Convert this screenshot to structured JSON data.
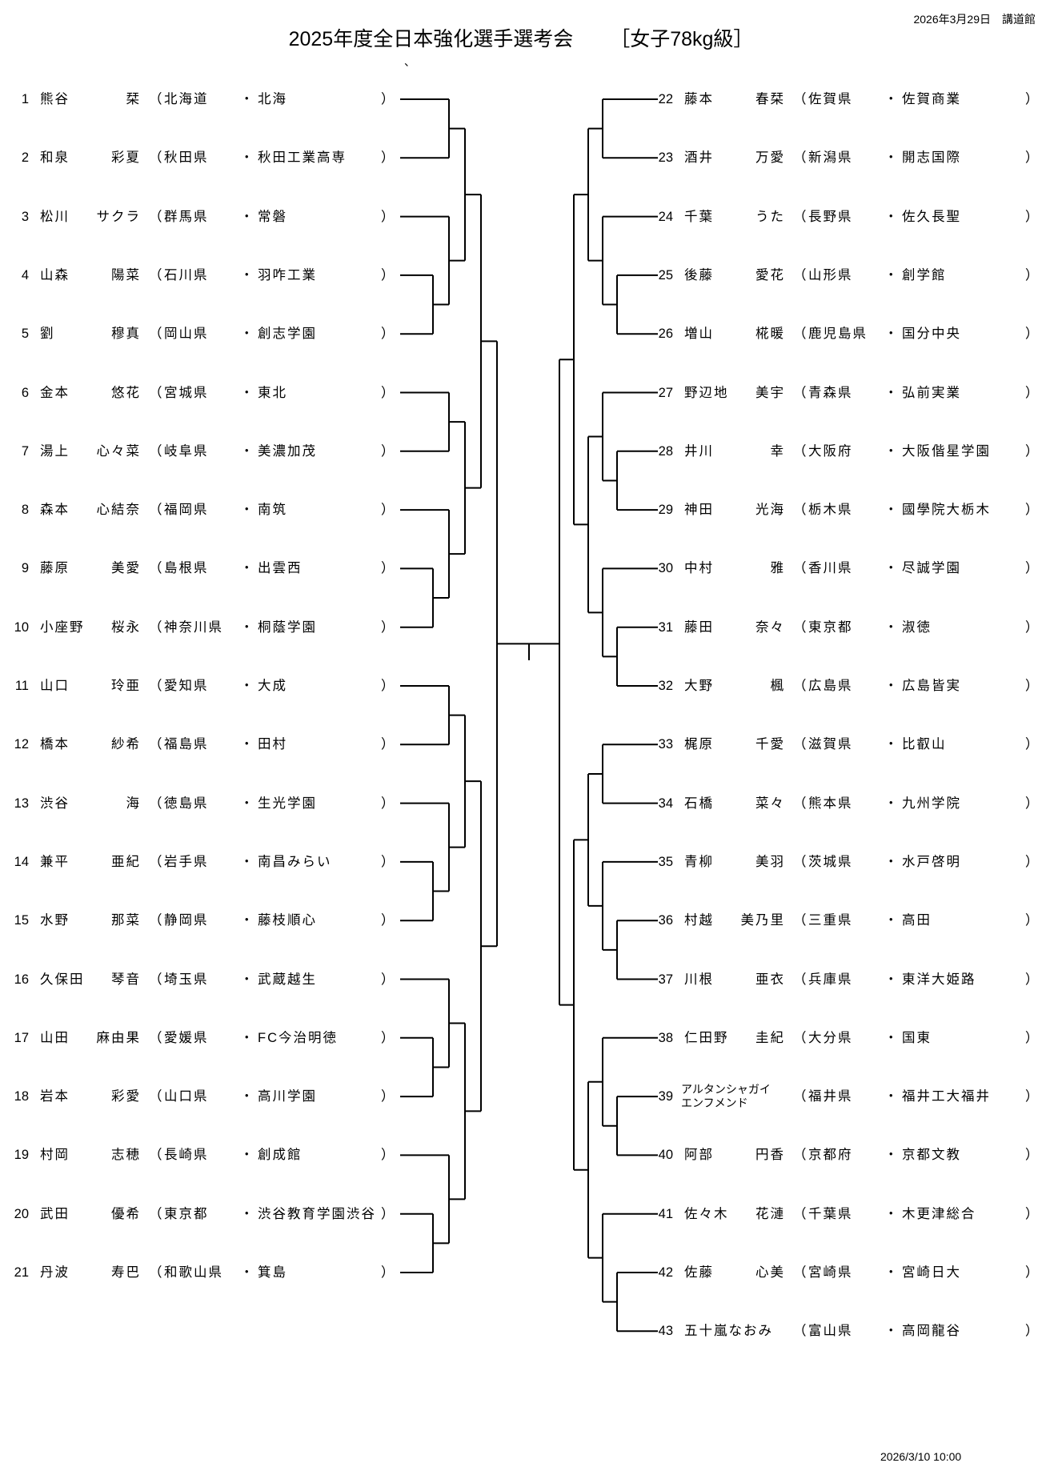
{
  "header": {
    "date_venue": "2026年3月29日　講道館",
    "title": "2025年度全日本強化選手選考会",
    "category": "［女子78kg級］",
    "mark": "、"
  },
  "footer": {
    "timestamp": "2026/3/10 10:00"
  },
  "left": [
    {
      "num": "1",
      "surname": "熊谷",
      "given": "栞",
      "pref": "北海道",
      "school": "北海"
    },
    {
      "num": "2",
      "surname": "和泉",
      "given": "彩夏",
      "pref": "秋田県",
      "school": "秋田工業高専"
    },
    {
      "num": "3",
      "surname": "松川",
      "given": "サクラ",
      "pref": "群馬県",
      "school": "常磐"
    },
    {
      "num": "4",
      "surname": "山森",
      "given": "陽菜",
      "pref": "石川県",
      "school": "羽咋工業"
    },
    {
      "num": "5",
      "surname": "劉",
      "given": "穆真",
      "pref": "岡山県",
      "school": "創志学園"
    },
    {
      "num": "6",
      "surname": "金本",
      "given": "悠花",
      "pref": "宮城県",
      "school": "東北"
    },
    {
      "num": "7",
      "surname": "湯上",
      "given": "心々菜",
      "pref": "岐阜県",
      "school": "美濃加茂"
    },
    {
      "num": "8",
      "surname": "森本",
      "given": "心結奈",
      "pref": "福岡県",
      "school": "南筑"
    },
    {
      "num": "9",
      "surname": "藤原",
      "given": "美愛",
      "pref": "島根県",
      "school": "出雲西"
    },
    {
      "num": "10",
      "surname": "小座野",
      "given": "桜永",
      "pref": "神奈川県",
      "school": "桐蔭学園"
    },
    {
      "num": "11",
      "surname": "山口",
      "given": "玲亜",
      "pref": "愛知県",
      "school": "大成"
    },
    {
      "num": "12",
      "surname": "橋本",
      "given": "紗希",
      "pref": "福島県",
      "school": "田村"
    },
    {
      "num": "13",
      "surname": "渋谷",
      "given": "海",
      "pref": "徳島県",
      "school": "生光学園"
    },
    {
      "num": "14",
      "surname": "兼平",
      "given": "亜紀",
      "pref": "岩手県",
      "school": "南昌みらい"
    },
    {
      "num": "15",
      "surname": "水野",
      "given": "那菜",
      "pref": "静岡県",
      "school": "藤枝順心"
    },
    {
      "num": "16",
      "surname": "久保田",
      "given": "琴音",
      "pref": "埼玉県",
      "school": "武蔵越生"
    },
    {
      "num": "17",
      "surname": "山田",
      "given": "麻由果",
      "pref": "愛媛県",
      "school": "FC今治明徳"
    },
    {
      "num": "18",
      "surname": "岩本",
      "given": "彩愛",
      "pref": "山口県",
      "school": "高川学園"
    },
    {
      "num": "19",
      "surname": "村岡",
      "given": "志穂",
      "pref": "長崎県",
      "school": "創成館"
    },
    {
      "num": "20",
      "surname": "武田",
      "given": "優希",
      "pref": "東京都",
      "school": "渋谷教育学園渋谷"
    },
    {
      "num": "21",
      "surname": "丹波",
      "given": "寿巴",
      "pref": "和歌山県",
      "school": "箕島"
    }
  ],
  "right": [
    {
      "num": "22",
      "surname": "藤本",
      "given": "春栞",
      "pref": "佐賀県",
      "school": "佐賀商業"
    },
    {
      "num": "23",
      "surname": "酒井",
      "given": "万愛",
      "pref": "新潟県",
      "school": "開志国際"
    },
    {
      "num": "24",
      "surname": "千葉",
      "given": "うた",
      "pref": "長野県",
      "school": "佐久長聖"
    },
    {
      "num": "25",
      "surname": "後藤",
      "given": "愛花",
      "pref": "山形県",
      "school": "創学館"
    },
    {
      "num": "26",
      "surname": "増山",
      "given": "椛暖",
      "pref": "鹿児島県",
      "school": "国分中央"
    },
    {
      "num": "27",
      "surname": "野辺地",
      "given": "美宇",
      "pref": "青森県",
      "school": "弘前実業"
    },
    {
      "num": "28",
      "surname": "井川",
      "given": "幸",
      "pref": "大阪府",
      "school": "大阪偕星学園"
    },
    {
      "num": "29",
      "surname": "神田",
      "given": "光海",
      "pref": "栃木県",
      "school": "國學院大栃木"
    },
    {
      "num": "30",
      "surname": "中村",
      "given": "雅",
      "pref": "香川県",
      "school": "尽誠学園"
    },
    {
      "num": "31",
      "surname": "藤田",
      "given": "奈々",
      "pref": "東京都",
      "school": "淑徳"
    },
    {
      "num": "32",
      "surname": "大野",
      "given": "楓",
      "pref": "広島県",
      "school": "広島皆実"
    },
    {
      "num": "33",
      "surname": "梶原",
      "given": "千愛",
      "pref": "滋賀県",
      "school": "比叡山"
    },
    {
      "num": "34",
      "surname": "石橋",
      "given": "菜々",
      "pref": "熊本県",
      "school": "九州学院"
    },
    {
      "num": "35",
      "surname": "青柳",
      "given": "美羽",
      "pref": "茨城県",
      "school": "水戸啓明"
    },
    {
      "num": "36",
      "surname": "村越",
      "given": "美乃里",
      "pref": "三重県",
      "school": "高田"
    },
    {
      "num": "37",
      "surname": "川根",
      "given": "亜衣",
      "pref": "兵庫県",
      "school": "東洋大姫路"
    },
    {
      "num": "38",
      "surname": "仁田野",
      "given": "圭紀",
      "pref": "大分県",
      "school": "国東"
    },
    {
      "num": "39",
      "name_lines": [
        "アルタンシャガイ",
        "エンフメンド"
      ],
      "pref": "福井県",
      "school": "福井工大福井"
    },
    {
      "num": "40",
      "surname": "阿部",
      "given": "円香",
      "pref": "京都府",
      "school": "京都文教"
    },
    {
      "num": "41",
      "surname": "佐々木",
      "given": "花漣",
      "pref": "千葉県",
      "school": "木更津総合"
    },
    {
      "num": "42",
      "surname": "佐藤",
      "given": "心美",
      "pref": "宮崎県",
      "school": "宮崎日大"
    },
    {
      "num": "43",
      "fullname": "五十嵐なおみ",
      "pref": "富山県",
      "school": "高岡龍谷"
    }
  ]
}
